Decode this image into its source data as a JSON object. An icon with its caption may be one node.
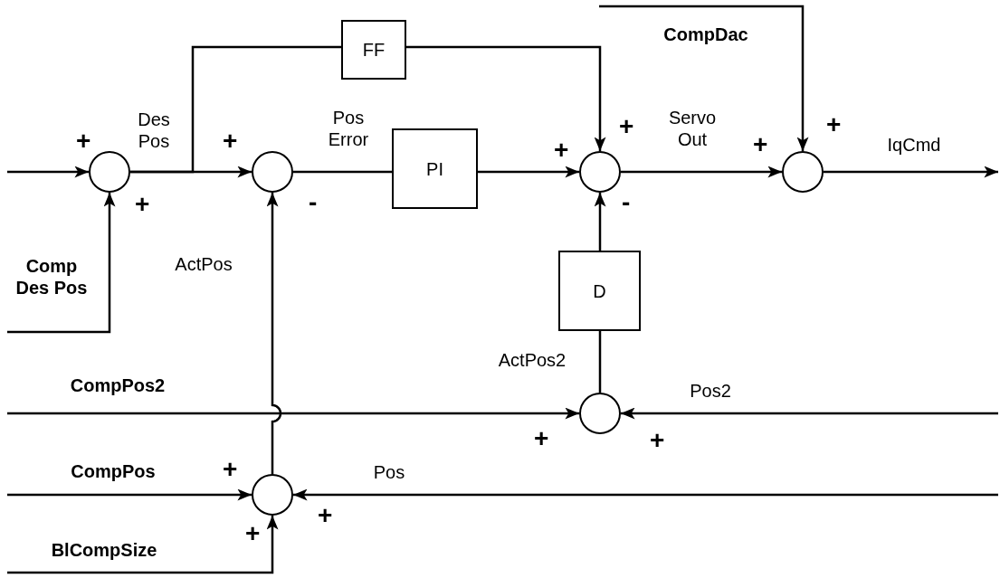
{
  "diagram": {
    "nodes": [
      {
        "text": [],
        "shape": "circle"
      },
      {
        "text": [],
        "shape": "circle"
      },
      {
        "text": [
          "FF"
        ]
      },
      {
        "text": [
          "PI"
        ]
      },
      {
        "text": [],
        "shape": "circle"
      },
      {
        "text": [],
        "shape": "circle"
      },
      {
        "text": [
          "D"
        ]
      },
      {
        "text": [],
        "shape": "circle"
      },
      {
        "text": [],
        "shape": "circle"
      }
    ],
    "edges": [
      {
        "from": null,
        "to": 0,
        "arrow": "to"
      },
      {
        "from": null,
        "to": 0,
        "arrow": "to",
        "label": "Comp Des Pos"
      },
      {
        "from": 0,
        "to": 1,
        "arrow": "to",
        "label": "Des Pos"
      },
      {
        "from": 0,
        "to": 2,
        "arrow": "none"
      },
      {
        "from": 1,
        "to": 3,
        "arrow": "none",
        "label": "Pos Error"
      },
      {
        "from": 2,
        "to": 4,
        "arrow": "to"
      },
      {
        "from": 3,
        "to": 4,
        "arrow": "to"
      },
      {
        "from": 6,
        "to": 4,
        "arrow": "to"
      },
      {
        "from": 4,
        "to": 5,
        "arrow": "to",
        "label": "Servo Out"
      },
      {
        "from": null,
        "to": 5,
        "arrow": "to",
        "label": "CompDac"
      },
      {
        "from": 5,
        "to": null,
        "arrow": "to",
        "label": "IqCmd"
      },
      {
        "from": 7,
        "to": 6,
        "arrow": "none",
        "label": "ActPos2"
      },
      {
        "from": null,
        "to": 7,
        "arrow": "to",
        "label": "CompPos2"
      },
      {
        "from": null,
        "to": 7,
        "arrow": "to",
        "label": "Pos2"
      },
      {
        "from": 8,
        "to": 1,
        "arrow": "to",
        "label": "ActPos"
      },
      {
        "from": null,
        "to": 8,
        "arrow": "to",
        "label": "CompPos"
      },
      {
        "from": null,
        "to": 8,
        "arrow": "to",
        "label": "Pos"
      },
      {
        "from": null,
        "to": 8,
        "arrow": "to",
        "label": "BlCompSize"
      }
    ],
    "labels": [
      "+",
      "+",
      "+",
      "+",
      "+",
      "+",
      "+",
      "-",
      "-",
      "+",
      "+",
      "+",
      "+",
      "+"
    ]
  }
}
